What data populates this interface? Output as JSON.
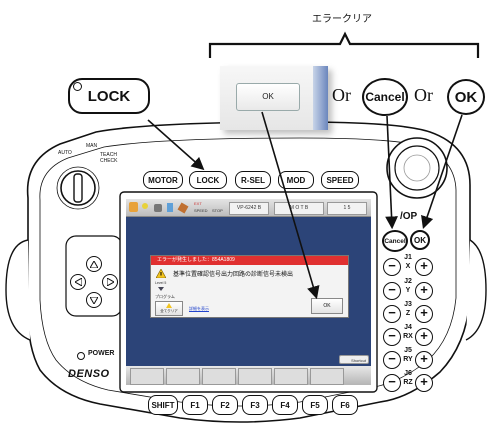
{
  "callout": {
    "title": "エラークリア",
    "ok_label": "OK",
    "or1": "Or",
    "or2": "Or",
    "cancel_label": "Cancel",
    "ok_round_label": "OK",
    "lock_label": "LOCK"
  },
  "pendant": {
    "brand": "DENSO",
    "power": "POWER",
    "mode_switch": {
      "auto": "AUTO",
      "man": "MAN",
      "teach_check": "TEACH CHECK"
    },
    "top_keys": [
      "MOTOR",
      "LOCK",
      "R-SEL",
      "MOD",
      "SPEED"
    ],
    "function_keys": [
      "SHIFT",
      "F1",
      "F2",
      "F3",
      "F4",
      "F5",
      "F6"
    ],
    "stop_label": "/OP",
    "cancel_label": "Cancel",
    "ok_label": "OK",
    "jog_keys": [
      {
        "axis": "J1",
        "sub": "X"
      },
      {
        "axis": "J2",
        "sub": "Y"
      },
      {
        "axis": "J3",
        "sub": "Z"
      },
      {
        "axis": "J4",
        "sub": "RX"
      },
      {
        "axis": "J5",
        "sub": "RY"
      },
      {
        "axis": "J6",
        "sub": "RZ"
      }
    ],
    "jog_minus": "−",
    "jog_plus": "+"
  },
  "screen": {
    "status_tab1": "VP-6242 B",
    "status_tab2": "M O T B",
    "status_tab3": "1 5",
    "status_ext": "EXT",
    "status_stop": "STOP",
    "status_speed": "SPEED",
    "dialog_title": "エラーが発生しました：854A1809",
    "dialog_message": "基準位置確認信号出力回路の診断信号未検出",
    "level_label": "Level 5",
    "program_label": "プログラム",
    "clear_all_label": "全てクリア",
    "detail_link": "詳細を表示",
    "ok_label": "OK",
    "shortcut_label": "Shortcut"
  },
  "colors": {
    "screen_bg": "#2c4478",
    "dialog_title": "#e03030",
    "status_bar": "#c9c9c9"
  }
}
